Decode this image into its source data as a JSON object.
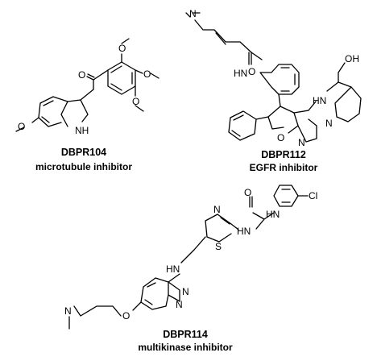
{
  "compounds": [
    {
      "name": "DBPR104",
      "description": "microtubule inhibitor",
      "atoms": {
        "o1": "O",
        "o2": "O",
        "o3": "O",
        "o4": "O",
        "o5": "O",
        "nh": "NH"
      }
    },
    {
      "name": "DBPR112",
      "description": "EGFR inhibitor",
      "atoms": {
        "n1": "N",
        "o1": "O",
        "hn": "HN",
        "oh": "OH",
        "hn2": "HN",
        "n2": "N",
        "n3": "N",
        "o2": "O"
      }
    },
    {
      "name": "DBPR114",
      "description": "multikinase inhibitor",
      "atoms": {
        "o1": "O",
        "n1": "N",
        "s1": "S",
        "hn1": "HN",
        "hn2": "HN",
        "cl": "Cl",
        "hn3": "HN",
        "n2": "N",
        "n3": "N",
        "n4": "N",
        "o2": "O"
      }
    }
  ]
}
